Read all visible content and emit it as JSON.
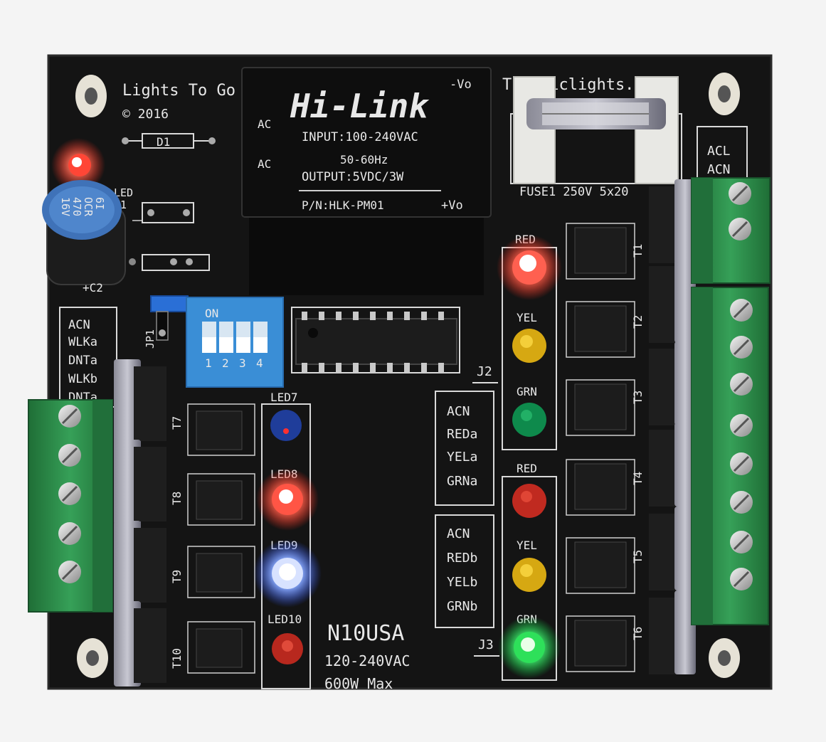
{
  "silkscreen": {
    "brand_left": "Lights To Go",
    "brand_right": "Trafficlights.com",
    "copyright": "© 2016",
    "diode_label": "D1",
    "led11_label": "LED",
    "led11_number": "11",
    "cap_label": "+C2",
    "jumper_label": "JP1",
    "fuse_label": "FUSE1 250V 5x20",
    "acl": "ACL",
    "acn_top": "ACN",
    "led7": "LED7",
    "led8": "LED8",
    "led9": "LED9",
    "led10": "LED10",
    "j2": "J2",
    "j3": "J3",
    "red_a": "RED",
    "yel_a": "YEL",
    "grn_a": "GRN",
    "red_b": "RED",
    "yel_b": "YEL",
    "grn_b": "GRN",
    "left_box": [
      "ACN",
      "WLKa",
      "DNTa",
      "WLKb",
      "DNTa"
    ],
    "box_a": [
      "ACN",
      "REDa",
      "YELa",
      "GRNa"
    ],
    "box_b": [
      "ACN",
      "REDb",
      "YELb",
      "GRNb"
    ],
    "triacs_right": [
      "T1",
      "T2",
      "T3",
      "T4",
      "T5",
      "T6"
    ],
    "triacs_left": [
      "T7",
      "T8",
      "T9",
      "T10"
    ],
    "model": "N10USA",
    "voltage": "120-240VAC",
    "power": "600W Max"
  },
  "psu": {
    "brand": "Hi-Link",
    "minus_vo": "-Vo",
    "plus_vo": "+Vo",
    "ac1": "AC",
    "ac2": "AC",
    "input": "INPUT:100-240VAC",
    "freq": "50-60Hz",
    "output": "OUTPUT:5VDC/3W",
    "part": "P/N:HLK-PM01"
  },
  "capacitor": {
    "line1": "6I",
    "line2": "OCR",
    "line3": "470",
    "line4": "16V"
  },
  "dip_switch": {
    "on_label": "ON",
    "numbers": [
      "1",
      "2",
      "3",
      "4"
    ]
  },
  "colors": {
    "pcb": "#141414",
    "terminal_green": "#2e8b4a",
    "led_red": "#ff3b2e",
    "led_yellow": "#f2c21a",
    "led_green": "#16c24a",
    "led_blue": "#3a6cff",
    "dip_blue": "#3a8ed6"
  }
}
